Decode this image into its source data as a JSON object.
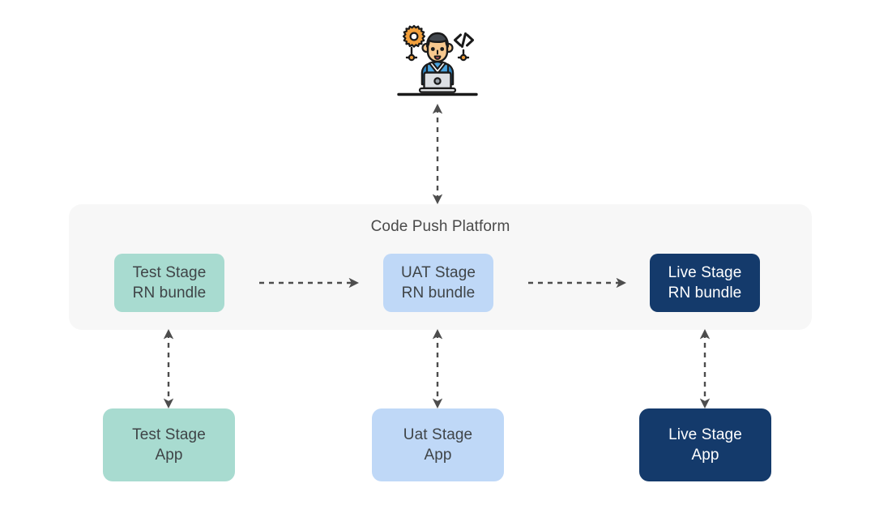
{
  "diagram": {
    "title": "Code Push Platform",
    "background_color": "#ffffff",
    "panel_color": "#f7f7f7",
    "colors": {
      "mint": "#a8dbd0",
      "light_blue": "#bfd8f7",
      "navy": "#143a6b",
      "text_dark": "#3f4447",
      "text_light": "#ffffff",
      "arrow": "#4d4d4d",
      "title_text": "#4a4a4a"
    },
    "actor": {
      "icon_name": "developer-at-laptop-icon",
      "label": ""
    },
    "bundles": [
      {
        "id": "test",
        "line1": "Test Stage",
        "line2": "RN bundle",
        "theme": "mint"
      },
      {
        "id": "uat",
        "line1": "UAT Stage",
        "line2": "RN bundle",
        "theme": "light_blue"
      },
      {
        "id": "live",
        "line1": "Live Stage",
        "line2": "RN bundle",
        "theme": "navy"
      }
    ],
    "apps": [
      {
        "id": "test",
        "line1": "Test Stage",
        "line2": "App",
        "theme": "mint"
      },
      {
        "id": "uat",
        "line1": "Uat Stage",
        "line2": "App",
        "theme": "light_blue"
      },
      {
        "id": "live",
        "line1": "Live Stage",
        "line2": "App",
        "theme": "navy"
      }
    ],
    "connections": [
      {
        "name": "developer-to-platform",
        "style": "dashed",
        "heads": "both",
        "orientation": "vertical"
      },
      {
        "name": "test-bundle-to-uat-bundle",
        "style": "dashed",
        "heads": "end",
        "orientation": "horizontal"
      },
      {
        "name": "uat-bundle-to-live-bundle",
        "style": "dashed",
        "heads": "end",
        "orientation": "horizontal"
      },
      {
        "name": "test-bundle-to-test-app",
        "style": "dashed",
        "heads": "both",
        "orientation": "vertical"
      },
      {
        "name": "uat-bundle-to-uat-app",
        "style": "dashed",
        "heads": "both",
        "orientation": "vertical"
      },
      {
        "name": "live-bundle-to-live-app",
        "style": "dashed",
        "heads": "both",
        "orientation": "vertical"
      }
    ]
  }
}
